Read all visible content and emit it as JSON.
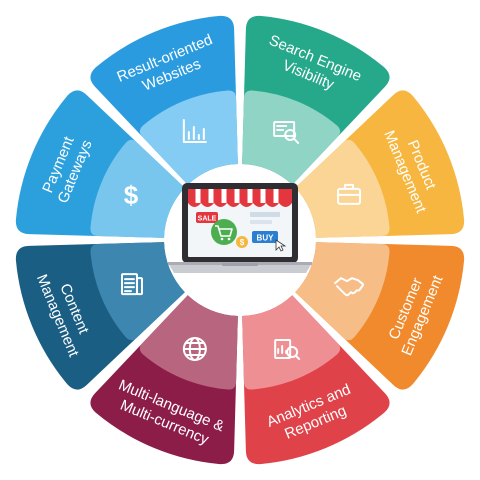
{
  "segments": [
    {
      "label_lines": [
        "Search Engine",
        "Visibility"
      ],
      "icon": "search-engine-icon",
      "color": "#26a88b",
      "light": "#8fd4c4"
    },
    {
      "label_lines": [
        "Product",
        "Management"
      ],
      "icon": "briefcase-icon",
      "color": "#f6b640",
      "light": "#fad596"
    },
    {
      "label_lines": [
        "Customer",
        "Engagement"
      ],
      "icon": "handshake-icon",
      "color": "#f08a2c",
      "light": "#f7bd86"
    },
    {
      "label_lines": [
        "Analytics and",
        "Reporting"
      ],
      "icon": "analytics-icon",
      "color": "#e0424a",
      "light": "#ee8f93"
    },
    {
      "label_lines": [
        "Multi-language &",
        "Multi-currency"
      ],
      "icon": "globe-currency-icon",
      "color": "#8c1d48",
      "light": "#b8667f"
    },
    {
      "label_lines": [
        "Content",
        "Management"
      ],
      "icon": "document-icon",
      "color": "#1b5e84",
      "light": "#3c86b0"
    },
    {
      "label_lines": [
        "Payment",
        "Gateways"
      ],
      "icon": "dollar-icon",
      "color": "#2ca0dd",
      "light": "#78c6ee"
    },
    {
      "label_lines": [
        "Result-oriented",
        "Websites"
      ],
      "icon": "bar-chart-icon",
      "color": "#2b9be0",
      "light": "#84ccf3"
    }
  ],
  "center": {
    "sale_badge": "SALE",
    "buy_button": "BUY",
    "price_tag": "$"
  },
  "icon_texts": {
    "dollar": "$"
  }
}
